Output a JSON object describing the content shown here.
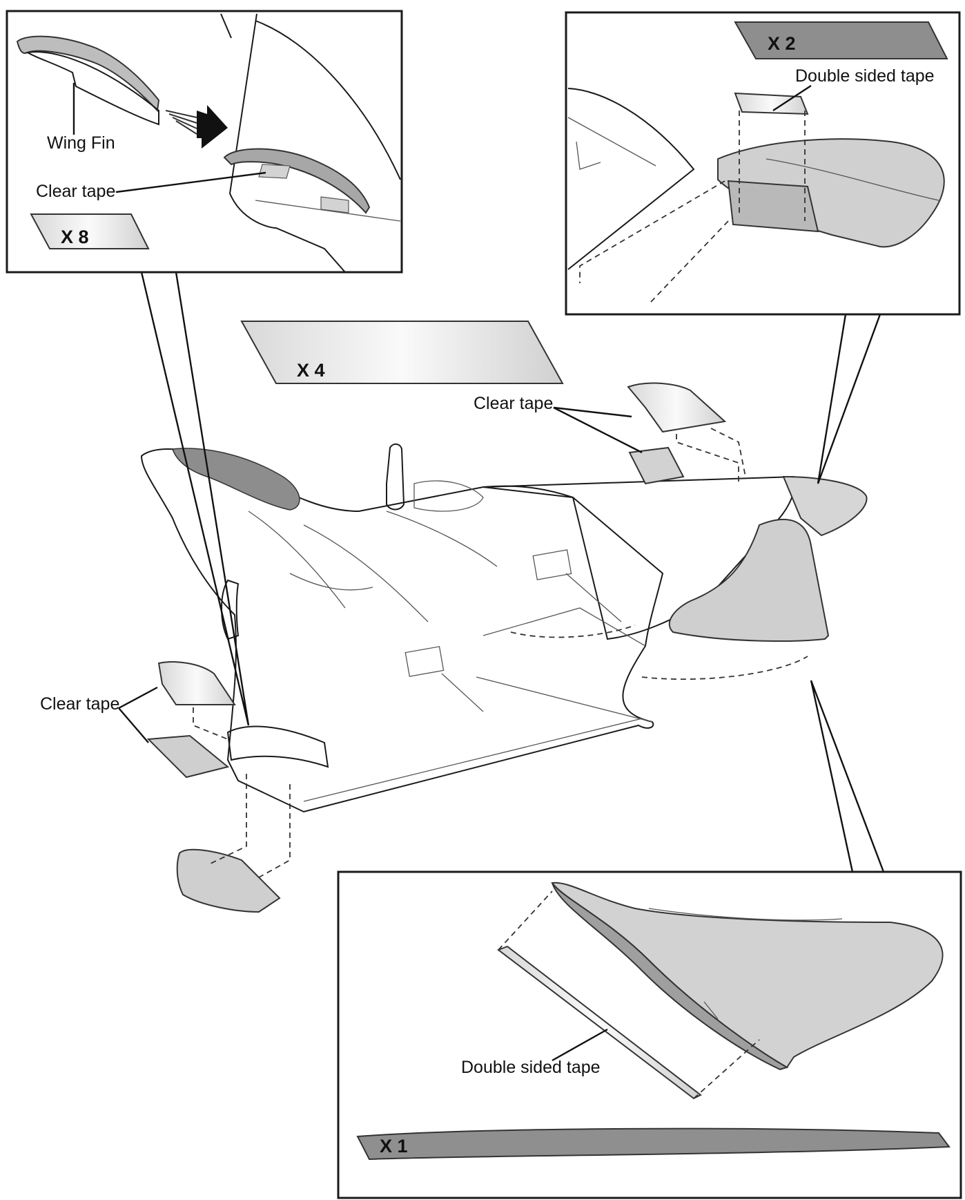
{
  "colors": {
    "line": "#1a1a1a",
    "foam": "#ffffff",
    "tape_dark": "#9a9a9a",
    "tape_clear": "#e4e4e4",
    "wing_gray": "#d0d0d0"
  },
  "callouts": {
    "top_left": {
      "wing_fin_label": "Wing Fin",
      "clear_tape_label": "Clear tape",
      "quantity": "X 8"
    },
    "top_right": {
      "quantity": "X 2",
      "double_sided_tape_label": "Double sided tape"
    },
    "bottom": {
      "double_sided_tape_label": "Double sided tape",
      "quantity": "X 1"
    }
  },
  "main": {
    "quantity": "X 4",
    "clear_tape_right": "Clear tape",
    "clear_tape_left": "Clear tape"
  },
  "icons": [
    "arrow-right-icon"
  ]
}
